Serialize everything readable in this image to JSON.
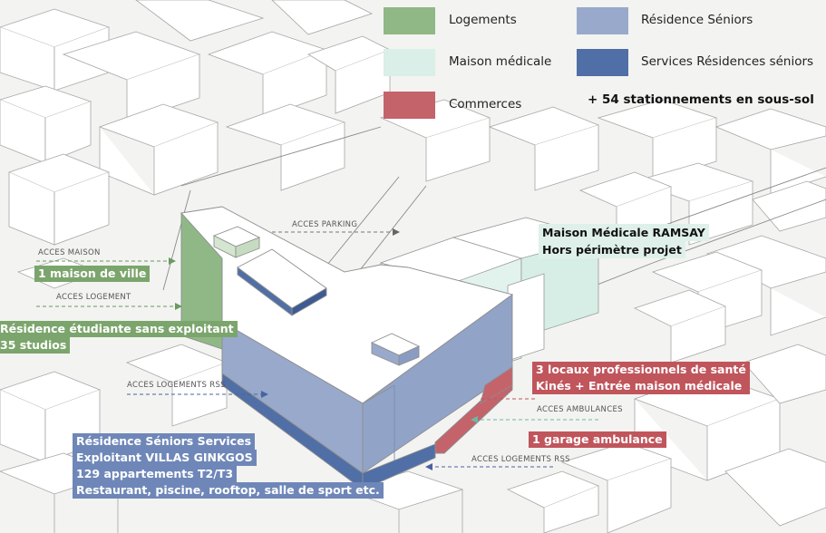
{
  "legend": {
    "items": [
      {
        "key": "logements",
        "label": "Logements",
        "color": "#8fb886"
      },
      {
        "key": "maison_medicale",
        "label": "Maison médicale",
        "color": "#d9efe8"
      },
      {
        "key": "commerces",
        "label": "Commerces",
        "color": "#c4636a"
      },
      {
        "key": "residence_seniors",
        "label": "Résidence Séniors",
        "color": "#99a9cb"
      },
      {
        "key": "services_seniors",
        "label": "Services Résidences séniors",
        "color": "#506fa6"
      }
    ],
    "parking_note": "+ 54 stationnements en sous-sol"
  },
  "access_labels": {
    "parking": "ACCES PARKING",
    "maison": "ACCES MAISON",
    "logement": "ACCES LOGEMENT",
    "logements_rss_left": "ACCES LOGEMENTS RSS",
    "ambulances": "ACCES AMBULANCES",
    "logements_rss_bottom": "ACCES LOGEMENTS RSS"
  },
  "tags": {
    "maison_ville": "1 maison de ville",
    "residence_etudiante": [
      "Résidence étudiante sans exploitant",
      "35 studios"
    ],
    "maison_medicale_ramsay": [
      "Maison Médicale RAMSAY",
      "Hors périmètre projet"
    ],
    "locaux_sante": [
      "3 locaux professionnels de santé",
      "Kinés + Entrée maison médicale"
    ],
    "garage": "1 garage ambulance",
    "residence_seniors": [
      "Résidence Séniors Services",
      "Exploitant VILLAS GINKGOS",
      "129 appartements T2/T3",
      "Restaurant, piscine, rooftop, salle de sport etc."
    ]
  },
  "colors": {
    "green_tag": "#7ba56c",
    "red_tag": "#c0555c",
    "blue_tag": "#6f87b8",
    "access_arrow": "#777777",
    "building_line": "#a9a9a9"
  }
}
